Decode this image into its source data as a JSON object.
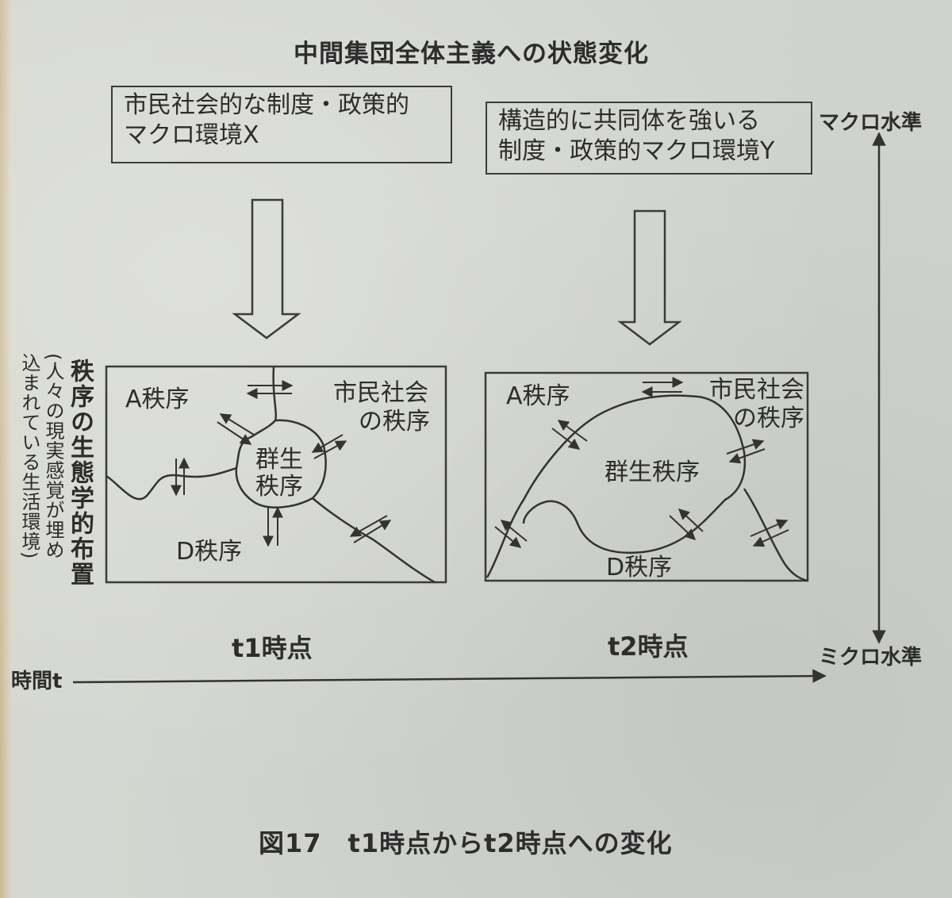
{
  "title": "中間集団全体主義への状態変化",
  "box_x": {
    "line1": "市民社会的な制度・政策的",
    "line2": "マクロ環境X"
  },
  "box_y": {
    "line1": "構造的に共同体を強いる",
    "line2": "制度・政策的マクロ環境Y"
  },
  "axis": {
    "macro": "マクロ水準",
    "micro": "ミクロ水準",
    "time": "時間t"
  },
  "side_label": {
    "main": "秩序の生態学的布置",
    "sub_line1": "(人々の現実感覚が埋め",
    "sub_line2": "込まれている生活環境)"
  },
  "panel_t1": {
    "a_order": "A秩序",
    "civil_line1": "市民社会",
    "civil_line2": "の秩序",
    "gunsei_line1": "群生",
    "gunsei_line2": "秩序",
    "d_order": "D秩序",
    "time_label": "t1時点"
  },
  "panel_t2": {
    "a_order": "A秩序",
    "civil_line1": "市民社会",
    "civil_line2": "の秩序",
    "gunsei": "群生秩序",
    "d_order": "D秩序",
    "time_label": "t2時点"
  },
  "caption": "図17　t1時点からt2時点への変化"
}
